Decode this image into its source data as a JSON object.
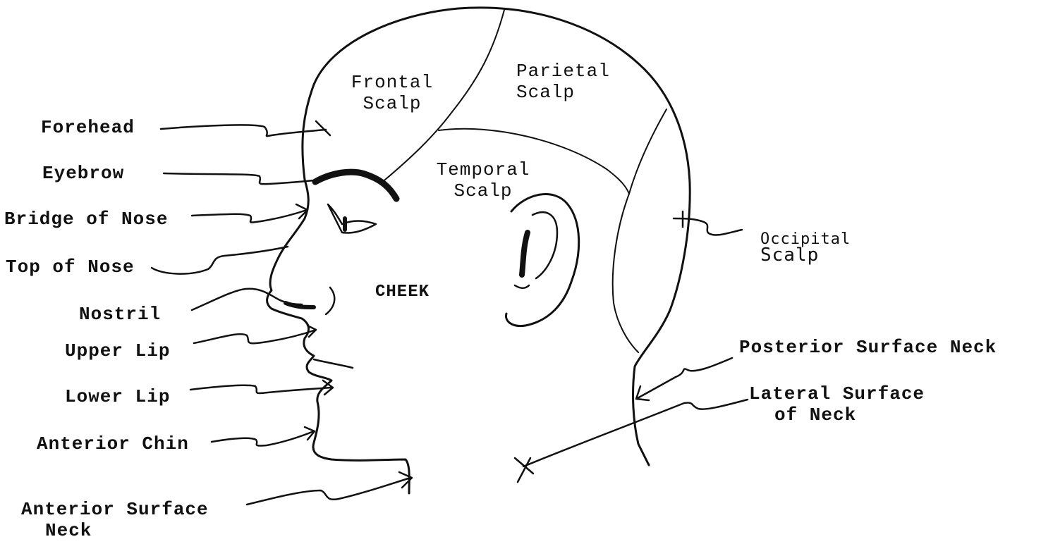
{
  "diagram": {
    "regions": {
      "frontal_scalp": [
        "Frontal",
        "Scalp"
      ],
      "parietal_scalp": [
        "Parietal",
        "Scalp"
      ],
      "temporal_scalp": [
        "Temporal",
        "Scalp"
      ],
      "occipital_scalp": [
        "Occipital",
        "Scalp"
      ],
      "cheek": "CHEEK"
    },
    "labels": {
      "forehead": "Forehead",
      "eyebrow": "Eyebrow",
      "bridge_of_nose": "Bridge of Nose",
      "top_of_nose": "Top of Nose",
      "nostril": "Nostril",
      "upper_lip": "Upper Lip",
      "lower_lip": "Lower Lip",
      "anterior_chin": "Anterior Chin",
      "anterior_surface_neck": [
        "Anterior Surface",
        "Neck"
      ],
      "posterior_surface_neck": "Posterior Surface Neck",
      "lateral_surface_neck": [
        "Lateral Surface",
        "of Neck"
      ]
    }
  }
}
